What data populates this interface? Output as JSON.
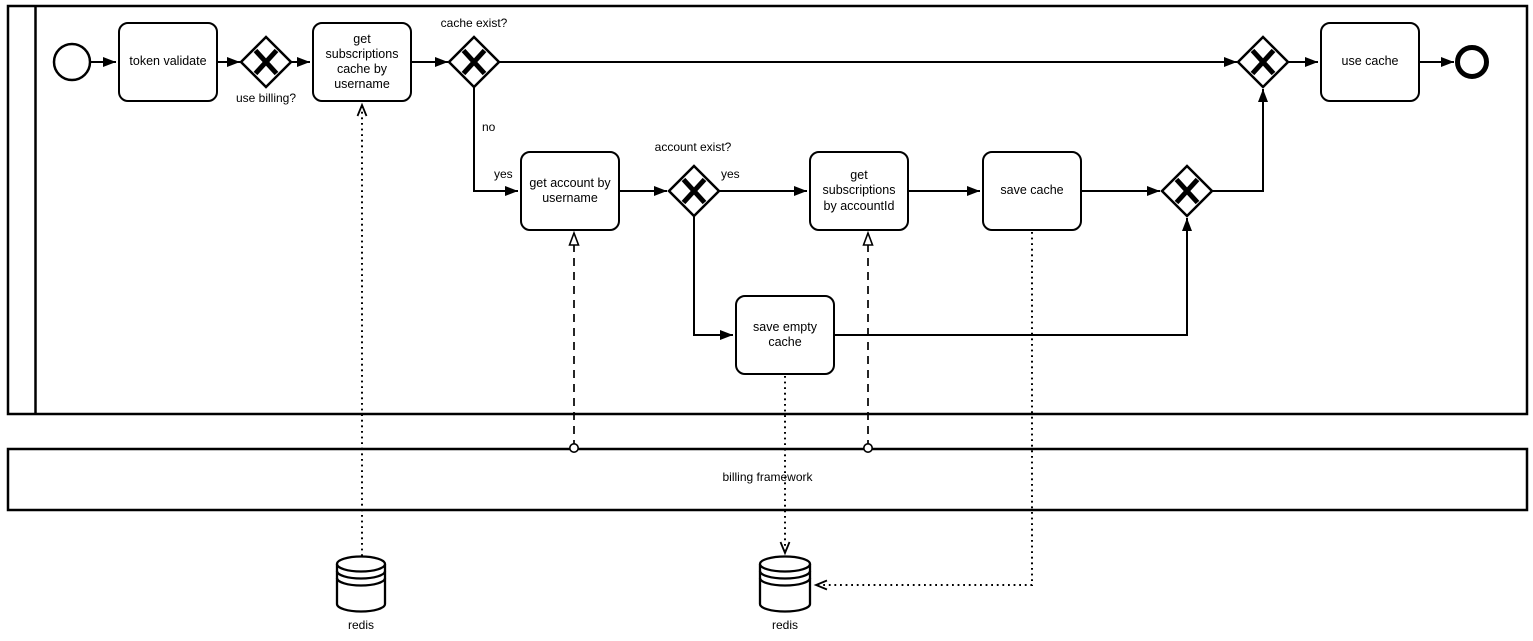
{
  "diagram": {
    "pools": {
      "billing": {
        "label": "billing framework"
      }
    },
    "tasks": {
      "token_validate": "token validate",
      "get_subscriptions_cache": "get subscriptions cache by username",
      "get_account": "get account by username",
      "get_subscriptions_by_account": "get subscriptions by accountId",
      "save_cache": "save cache",
      "save_empty_cache": "save empty cache",
      "use_cache": "use cache"
    },
    "gateway_labels": {
      "use_billing": "use billing?",
      "cache_exist": "cache exist?",
      "account_exist": "account exist?"
    },
    "edge_labels": {
      "cache_exist_no": "no",
      "cache_exist_yes": "yes",
      "account_exist_yes": "yes"
    },
    "datastores": {
      "redis_left": "redis",
      "redis_right": "redis"
    },
    "colors": {
      "line": "#000000",
      "shape_fill": "#ffffff"
    }
  }
}
